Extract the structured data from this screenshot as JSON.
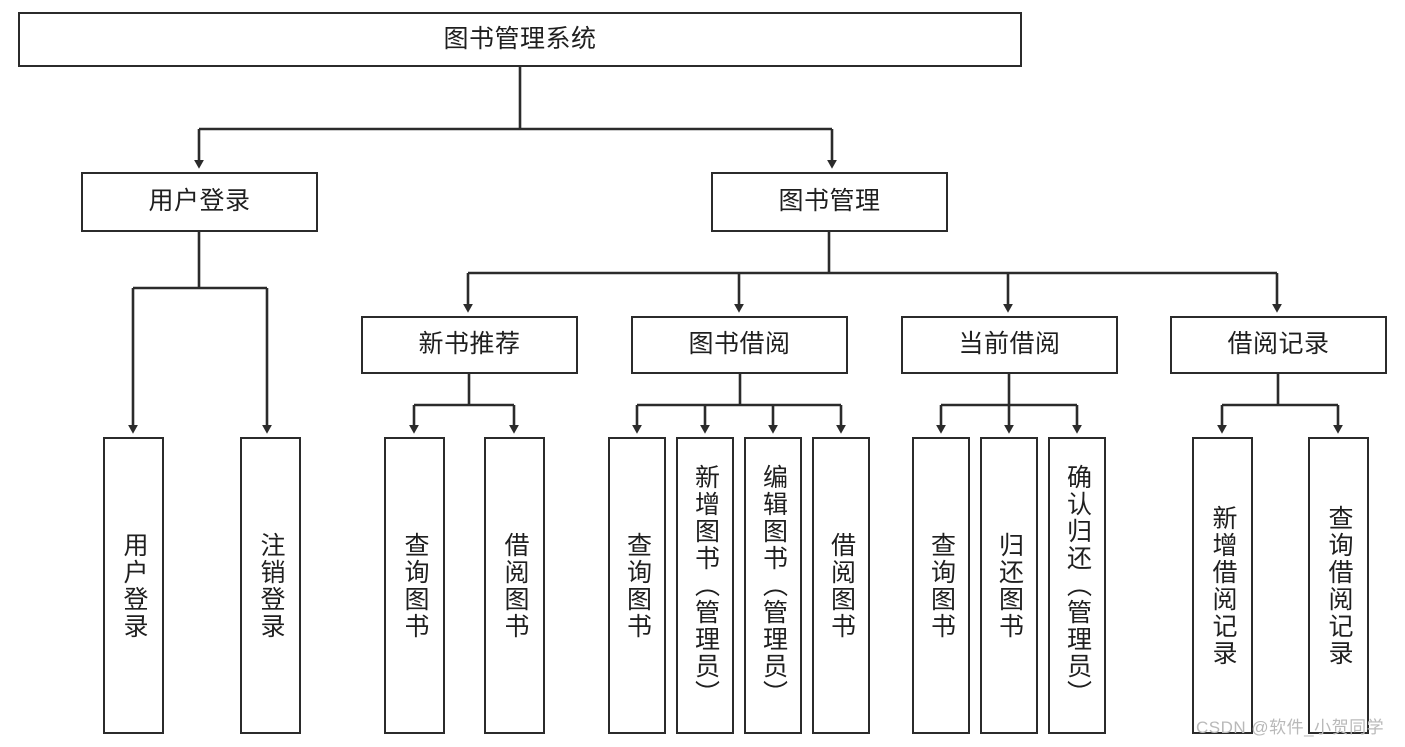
{
  "diagram": {
    "type": "tree-hierarchy",
    "title": "图书管理系统",
    "orientation": "top-down",
    "colors": {
      "box_border": "#2b2b2b",
      "box_fill": "#ffffff",
      "connector": "#2b2b2b",
      "text": "#1f1f1f",
      "watermark": "#b9b9b9",
      "background": "#ffffff"
    },
    "root": {
      "label": "图书管理系统"
    },
    "level2": [
      {
        "id": "user-login",
        "label": "用户登录"
      },
      {
        "id": "book-management",
        "label": "图书管理"
      }
    ],
    "level3": [
      {
        "id": "new-book-recommend",
        "label": "新书推荐",
        "parent": "book-management"
      },
      {
        "id": "book-borrow",
        "label": "图书借阅",
        "parent": "book-management"
      },
      {
        "id": "current-borrow",
        "label": "当前借阅",
        "parent": "book-management"
      },
      {
        "id": "borrow-record",
        "label": "借阅记录",
        "parent": "book-management"
      }
    ],
    "leaves": {
      "user_login": [
        {
          "id": "leaf-user-login",
          "label": "用户登录"
        },
        {
          "id": "leaf-logout-login",
          "label": "注销登录"
        }
      ],
      "new_book_recommend": [
        {
          "id": "leaf-query-book-1",
          "label": "查询图书"
        },
        {
          "id": "leaf-borrow-book-1",
          "label": "借阅图书"
        }
      ],
      "book_borrow": [
        {
          "id": "leaf-query-book-2",
          "label": "查询图书"
        },
        {
          "id": "leaf-add-book",
          "label": "新增图书（管理员）"
        },
        {
          "id": "leaf-edit-book",
          "label": "编辑图书（管理员）"
        },
        {
          "id": "leaf-borrow-book-2",
          "label": "借阅图书"
        }
      ],
      "current_borrow": [
        {
          "id": "leaf-query-book-3",
          "label": "查询图书"
        },
        {
          "id": "leaf-return-book",
          "label": "归还图书"
        },
        {
          "id": "leaf-confirm-return",
          "label": "确认归还（管理员）"
        }
      ],
      "borrow_record": [
        {
          "id": "leaf-add-record",
          "label": "新增借阅记录"
        },
        {
          "id": "leaf-query-record",
          "label": "查询借阅记录"
        }
      ]
    }
  },
  "watermark": {
    "text": "CSDN @软件_小贺同学"
  }
}
